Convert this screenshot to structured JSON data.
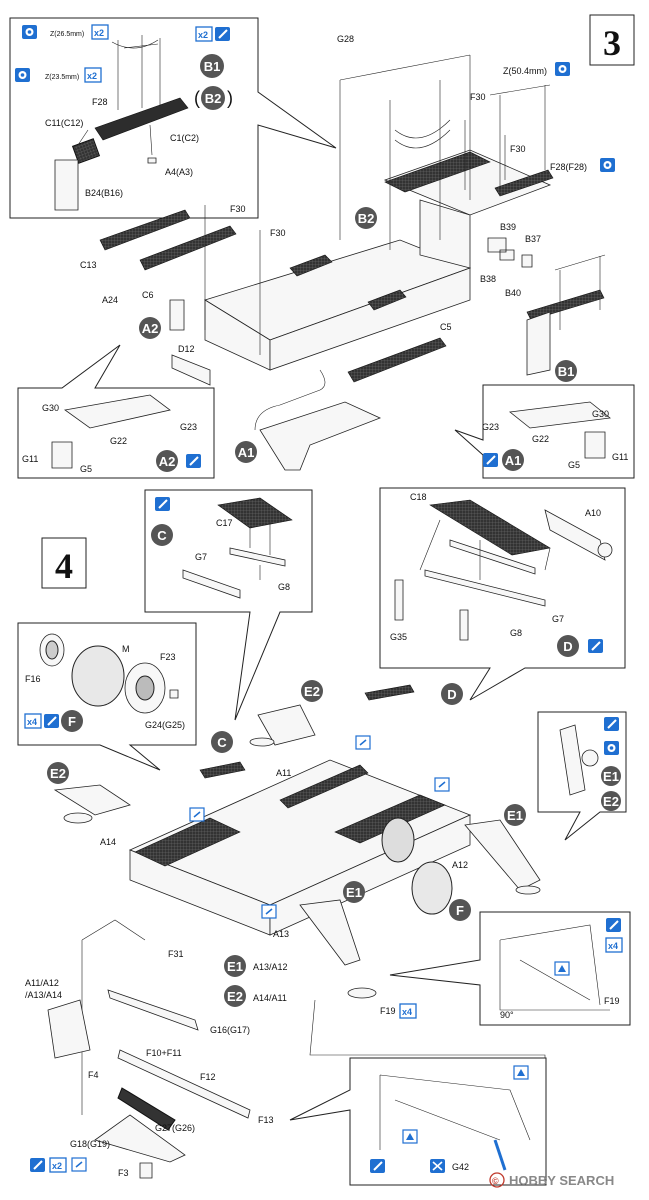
{
  "steps": {
    "step3": "3",
    "step4": "4"
  },
  "watermark": {
    "brand": "HOBBY SEARCH",
    "symbol": "©"
  },
  "callouts": [
    "B1",
    "B2",
    "(B2)",
    "A1",
    "A2",
    "C",
    "D",
    "E1",
    "E2",
    "F"
  ],
  "multipliers": {
    "x2": "x2",
    "x4": "x4"
  },
  "angle": "90°",
  "labels": {
    "z265": "Z(26.5mm)",
    "z235": "Z(23.5mm)",
    "z504": "Z(50.4mm)",
    "f28": "F28",
    "f28f28": "F28(F28)",
    "c11c12": "C11(C12)",
    "c1c2": "C1(C2)",
    "a4a3": "A4(A3)",
    "b24b16": "B24(B16)",
    "g28": "G28",
    "f30": "F30",
    "c13": "C13",
    "a24": "A24",
    "c6": "C6",
    "d12": "D12",
    "c5": "C5",
    "b39": "B39",
    "b37": "B37",
    "b38": "B38",
    "b40": "B40",
    "g30": "G30",
    "g22": "G22",
    "g23": "G23",
    "g11": "G11",
    "g5": "G5",
    "c17": "C17",
    "g7": "G7",
    "g8": "G8",
    "c18": "C18",
    "a10": "A10",
    "g35": "G35",
    "m": "M",
    "f16": "F16",
    "f23": "F23",
    "g24g25": "G24(G25)",
    "a11": "A11",
    "a12": "A12",
    "a13": "A13",
    "a14": "A14",
    "f19": "F19",
    "f31": "F31",
    "a11set": "A11/A12",
    "a13set": "/A13/A14",
    "e1parts": "A13/A12",
    "e2parts": "A14/A11",
    "g16g17": "G16(G17)",
    "f10f11": "F10+F11",
    "f4": "F4",
    "f12": "F12",
    "f13": "F13",
    "g27g26": "G27(G26)",
    "g18g19": "G18(G19)",
    "f3": "F3",
    "g42": "G42"
  }
}
